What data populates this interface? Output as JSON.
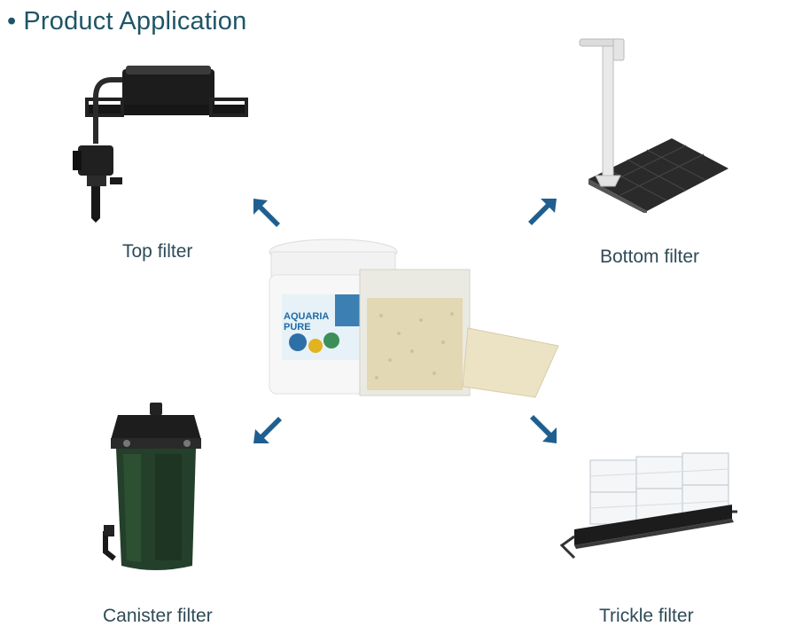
{
  "heading": {
    "bullet": "•",
    "text": "Product Application"
  },
  "labels": {
    "top": "Top filter",
    "bottom": "Bottom filter",
    "canister": "Canister filter",
    "trickle": "Trickle filter"
  },
  "product": {
    "jar_brand": "AQUARIA",
    "jar_name": "PURE"
  },
  "colors": {
    "heading": "#1f5566",
    "label": "#2e4b57",
    "arrow": "#1f5f8f"
  }
}
